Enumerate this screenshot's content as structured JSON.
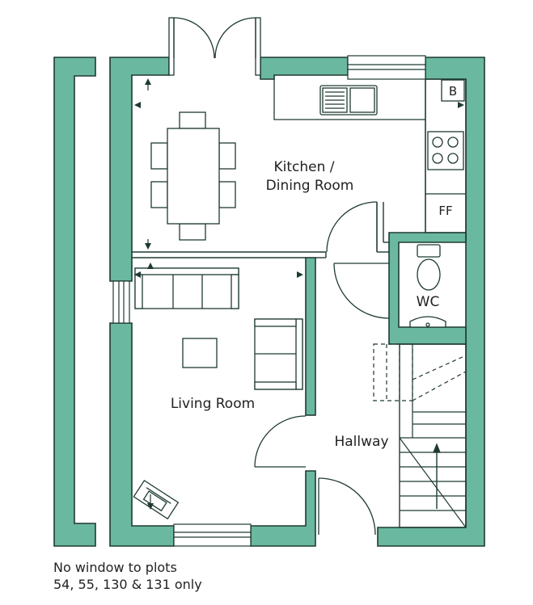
{
  "rooms": {
    "kitchen_line1": "Kitchen /",
    "kitchen_line2": "Dining Room",
    "living": "Living Room",
    "hallway": "Hallway",
    "wc": "WC"
  },
  "fixtures": {
    "boiler": "B",
    "fridge_freezer": "FF"
  },
  "note": {
    "line1": "No window to plots",
    "line2": "54, 55, 130 & 131 only"
  },
  "colors": {
    "wall": "#6ab8a0",
    "line": "#1f3a33"
  }
}
